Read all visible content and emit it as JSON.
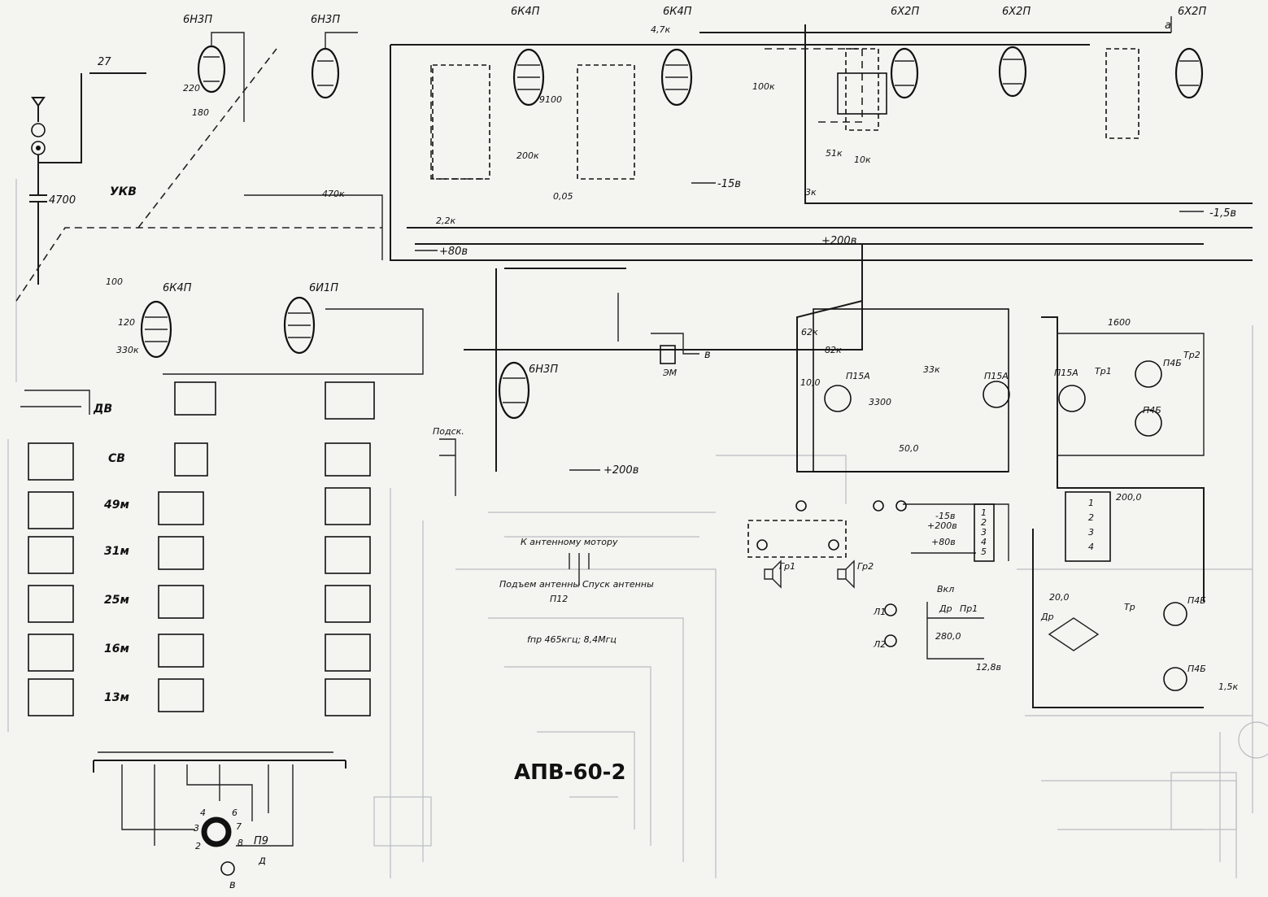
{
  "diagram": {
    "title": "АПВ-60-2",
    "tubes": [
      {
        "id": "t1",
        "label": "6Н3П"
      },
      {
        "id": "t2",
        "label": "6Н3П"
      },
      {
        "id": "t3",
        "label": "6К4П"
      },
      {
        "id": "t4",
        "label": "6К4П"
      },
      {
        "id": "t5",
        "label": "6Х2П"
      },
      {
        "id": "t6",
        "label": "6Х2П"
      },
      {
        "id": "t7",
        "label": "6Х2П"
      },
      {
        "id": "t8",
        "label": "6К4П"
      },
      {
        "id": "t9",
        "label": "6И1П"
      },
      {
        "id": "t10",
        "label": "6Н3П"
      }
    ],
    "bands": [
      "УКВ",
      "ДВ",
      "СВ",
      "49м",
      "31м",
      "25м",
      "16м",
      "13м"
    ],
    "voltages": {
      "neg15a": "-15в",
      "neg15b": "-1,5в",
      "plus80": "+80в",
      "plus200a": "+200в",
      "plus200b": "+200в",
      "v1288": "12,8в"
    },
    "notes": {
      "motor": "К антенному мотору",
      "raise": "Подъем антенны",
      "lower": "Спуск антенны",
      "p12": "П12",
      "freq": "fпр 465кгц; 8,4Мгц",
      "p9": "П9",
      "pdsk": "Подск.",
      "em": "ЭМ",
      "vkl": "Вкл",
      "dr": "Др",
      "pr1": "Пр1",
      "gr1": "Гр1",
      "gr2": "Гр2",
      "l1": "Л1",
      "l2": "Л2",
      "tr1": "Тр1",
      "tr2": "Тр2",
      "tr": "Тр"
    },
    "transistors": [
      "П15А",
      "П15А",
      "П15А",
      "П4Б",
      "П4Б",
      "П4Б",
      "П4Б"
    ],
    "components": {
      "c27": "27",
      "c4700": "4700",
      "c220": "220",
      "c180": "180",
      "r470k": "470к",
      "r200k": "200к",
      "c9100": "9100",
      "r47k": "4,7к",
      "r100k": "100к",
      "r51k": "51к",
      "r10k": "10к",
      "c0_05": "0,05",
      "r2_2k": "2,2к",
      "r3k": "3к",
      "c100": "100",
      "c120": "120",
      "r330k": "330к",
      "c1600": "1600",
      "c200": "200,0",
      "r62k": "62к",
      "r82k": "82к",
      "c10_0": "10,0",
      "c50_0": "50,0",
      "r1_5k": "1,5к",
      "c280": "280,0",
      "c20_0": "20,0",
      "r33k": "33к",
      "c3300": "3300"
    },
    "connector": [
      "1",
      "2",
      "3",
      "4",
      "5"
    ],
    "supply": [
      "-15в",
      "+200в",
      "+80в"
    ],
    "terminal_a": "а",
    "terminal_b": "в",
    "terminal_d": "д"
  }
}
